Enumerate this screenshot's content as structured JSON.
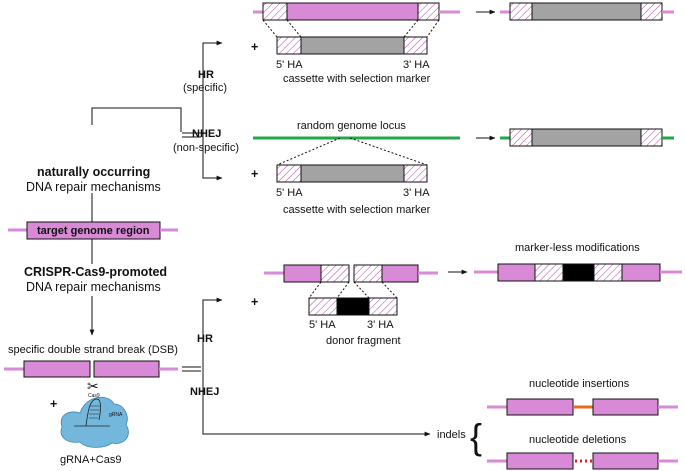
{
  "colors": {
    "pink": "#d98ad7",
    "gray": "#a3a3a3",
    "green": "#22a84a",
    "orange": "#ec6b1f",
    "red": "#e02020",
    "black": "#000000",
    "cas9_blue": "#74b7dd"
  },
  "labels": {
    "target_region": "target genome region",
    "natural_bold": "naturally occurring",
    "natural_sub": "DNA repair mechanisms",
    "crispr_bold": "CRISPR-Cas9-promoted",
    "crispr_sub": "DNA repair mechanisms",
    "dsb": "specific double strand break (DSB)",
    "grna_cas9": "gRNA+Cas9",
    "grna_small": "gRNA",
    "cas9_small": "Cas9"
  },
  "natural": {
    "hr_label": "HR",
    "hr_sub": "(specific)",
    "nhej_label": "NHEJ",
    "nhej_sub": "(non-specific)",
    "ha5": "5' HA",
    "ha3": "3' HA",
    "cassette_hr": "cassette with selection marker",
    "random_locus": "random genome locus",
    "ha5_b": "5' HA",
    "ha3_b": "3' HA",
    "cassette_nhej": "cassette with selection marker"
  },
  "crispr": {
    "hr_label": "HR",
    "nhej_label": "NHEJ",
    "markerless": "marker-less modifications",
    "ha5": "5' HA",
    "ha3": "3' HA",
    "donor": "donor fragment",
    "indels": "indels",
    "insertions": "nucleotide insertions",
    "deletions": "nucleotide deletions"
  },
  "symbols": {
    "plus": "+",
    "arrow": "→",
    "scissors": "✂",
    "brace": "{"
  }
}
